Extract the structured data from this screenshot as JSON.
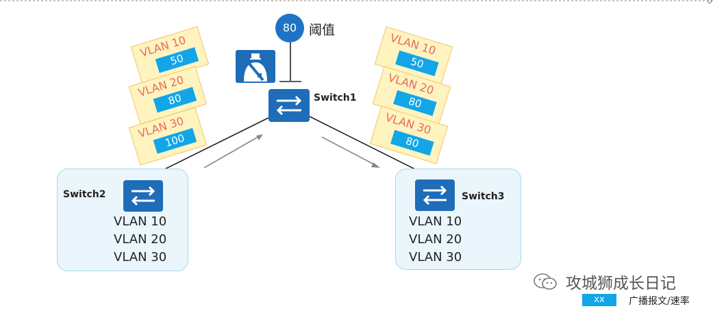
{
  "switches": {
    "switch1": {
      "name": "Switch1"
    },
    "switch2": {
      "name": "Switch2",
      "vlans": [
        "VLAN 10",
        "VLAN 20",
        "VLAN 30"
      ]
    },
    "switch3": {
      "name": "Switch3",
      "vlans": [
        "VLAN 10",
        "VLAN 20",
        "VLAN 30"
      ]
    }
  },
  "threshold": {
    "value": "80",
    "label": "阈值"
  },
  "left_tags": [
    {
      "name": "VLAN 10",
      "value": "50"
    },
    {
      "name": "VLAN 20",
      "value": "80"
    },
    {
      "name": "VLAN 30",
      "value": "100"
    }
  ],
  "right_tags": [
    {
      "name": "VLAN 10",
      "value": "50"
    },
    {
      "name": "VLAN 20",
      "value": "80"
    },
    {
      "name": "VLAN 30",
      "value": "80"
    }
  ],
  "legend": {
    "box": "xx",
    "text": "广播报文/速率"
  },
  "watermark": {
    "text": "攻城狮成长日记"
  },
  "icons": {
    "switch": "switch-arrows-icon",
    "seat": "seatbelt-icon",
    "watermark": "wechat-icon"
  },
  "colors": {
    "switch_blue": "#1f6db8",
    "tag_value": "#12a6e8",
    "tag_text": "#e56b5d"
  }
}
